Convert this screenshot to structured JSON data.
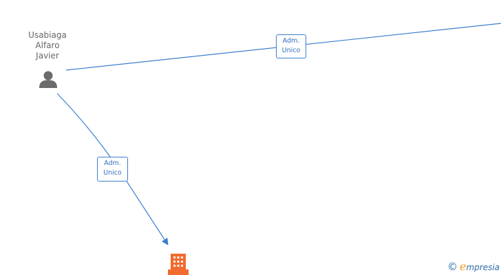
{
  "person": {
    "name_lines": [
      "Usabiaga",
      "Alfaro",
      "Javier"
    ]
  },
  "edges": [
    {
      "label_lines": [
        "Adm.",
        "Unico"
      ]
    },
    {
      "label_lines": [
        "Adm.",
        "Unico"
      ]
    }
  ],
  "watermark": {
    "copyright": "©",
    "brand_initial": "e",
    "brand_rest": "mpresia"
  },
  "colors": {
    "edge": "#3a7fd0",
    "person_icon": "#6b6b6b",
    "company_icon": "#f26a2e"
  }
}
